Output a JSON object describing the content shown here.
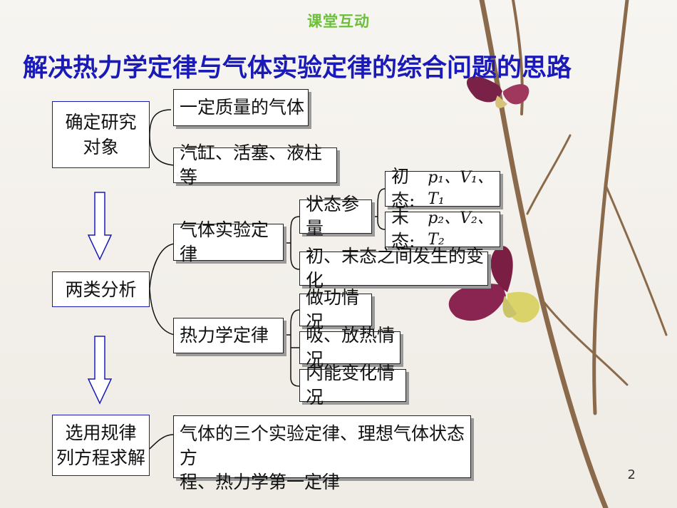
{
  "header": "课堂互动",
  "title": "解决热力学定律与气体实验定律的综合问题的思路",
  "left_steps": {
    "step1": [
      "确定研究",
      "对象"
    ],
    "step2": "两类分析",
    "step3": [
      "选用规律",
      "列方程求解"
    ]
  },
  "objects": {
    "item1": "一定质量的气体",
    "item2": "汽缸、活塞、液柱等"
  },
  "analysis": {
    "gas_law": "气体实验定律",
    "state_params": "状态参量",
    "initial_state_label": "初态:",
    "initial_state_vars": "p₁、V₁、T₁",
    "final_state_label": "末态:",
    "final_state_vars": "p₂、V₂、T₂",
    "change": "初、末态之间发生的变化",
    "thermo_law": "热力学定律",
    "work": "做功情况",
    "heat": "吸、放热情况",
    "internal_energy": "内能变化情况"
  },
  "laws": {
    "line1": "气体的三个实验定律、理想气体状态方",
    "line2": "程、热力学第一定律"
  },
  "page_number": "2"
}
